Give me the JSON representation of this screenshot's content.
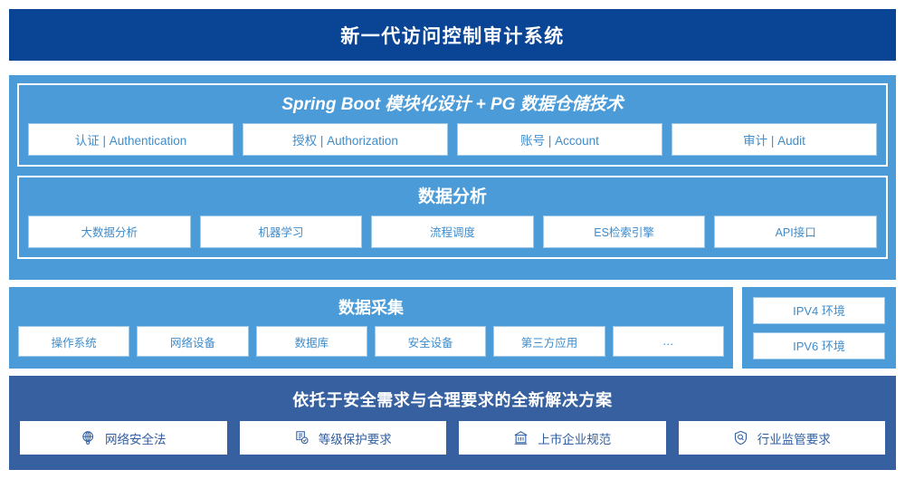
{
  "header": {
    "title": "新一代访问控制审计系统"
  },
  "platform": {
    "panels": [
      {
        "title": "Spring Boot 模块化设计 + PG 数据仓储技术",
        "italic": true,
        "chips": [
          "认证 | Authentication",
          "授权 | Authorization",
          "账号 | Account",
          "审计 | Audit"
        ]
      },
      {
        "title": "数据分析",
        "italic": false,
        "chips": [
          "大数据分析",
          "机器学习",
          "流程调度",
          "ES检索引擎",
          "API接口"
        ]
      }
    ]
  },
  "collection": {
    "title": "数据采集",
    "chips": [
      "操作系统",
      "网络设备",
      "数据库",
      "安全设备",
      "第三方应用",
      "…"
    ],
    "environments": [
      "IPV4 环境",
      "IPV6 环境"
    ]
  },
  "bottom": {
    "title": "依托于安全需求与合理要求的全新解决方案",
    "chips": [
      {
        "label": "网络安全法",
        "icon": "globe-network-icon"
      },
      {
        "label": "等级保护要求",
        "icon": "document-check-icon"
      },
      {
        "label": "上市企业规范",
        "icon": "bank-building-icon"
      },
      {
        "label": "行业监管要求",
        "icon": "shield-search-icon"
      }
    ]
  },
  "colors": {
    "header_navy": "#0a4595",
    "panel_light_blue": "#4a9bd8",
    "bottom_blue": "#36609f",
    "chip_text_blue": "#3f8ccb",
    "bottom_chip_text": "#2f5ea3"
  }
}
